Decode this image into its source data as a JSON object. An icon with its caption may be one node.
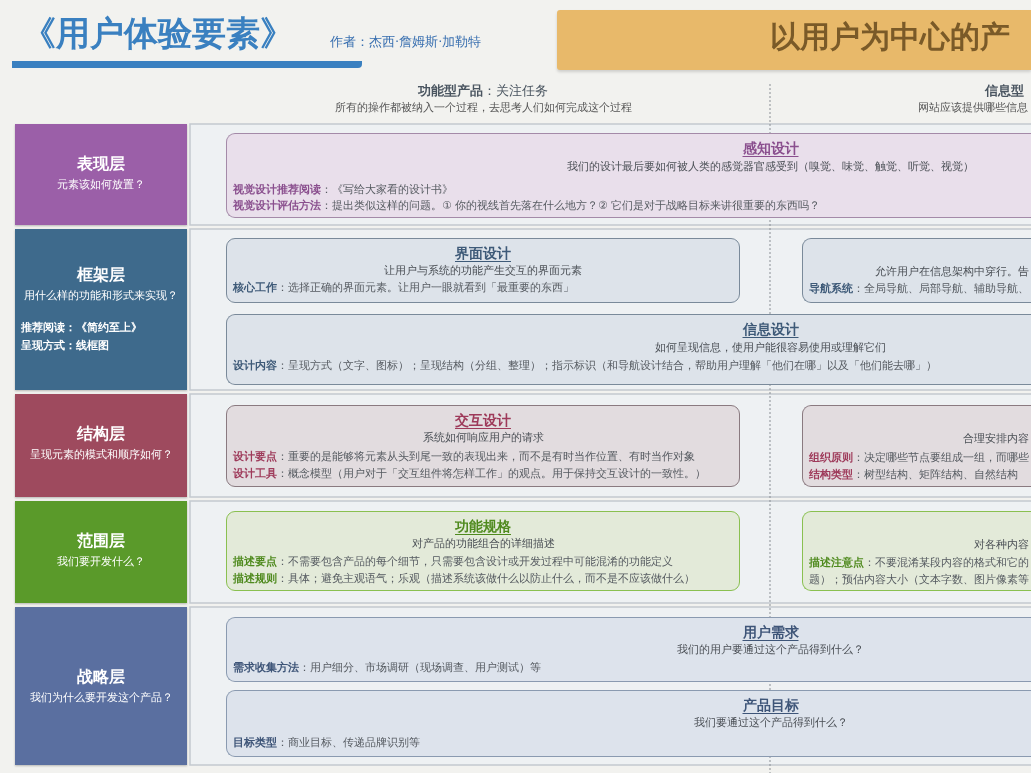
{
  "diagram": {
    "title": "《用户体验要素》",
    "nodes": [
      {
        "text": [
          "以用户为中心的产"
        ]
      },
      {
        "text": [
          "表现层",
          "元素该如何放置？"
        ]
      },
      {
        "text": [
          "感知设计",
          "我们的设计最后要如何被人类的感觉器官感受到（嗅觉、味觉、触觉、听觉、视觉）",
          "**视觉设计推荐阅读**：《写给大家看的设计书》",
          "**视觉设计评估方法**：提出类似这样的问题。① 你的视线首先落在什么地方？② 它们是对于战略目标来讲很重要的东西吗？"
        ]
      },
      {
        "text": [
          "框架层",
          "用什么样的功能和形式来实现？",
          "推荐阅读：《简约至上》",
          "呈现方式：线框图"
        ]
      },
      {
        "text": [
          "界面设计",
          "让用户与系统的功能产生交互的界面元素",
          "**核心工作**：选择正确的界面元素。让用户一眼就看到「最重要的东西」"
        ]
      },
      {
        "text": [
          "允许用户在信息架构中穿行。告",
          "**导航系统**：全局导航、局部导航、辅助导航、"
        ]
      },
      {
        "text": [
          "信息设计",
          "如何呈现信息，使用户能很容易使用或理解它们",
          "**设计内容**：呈现方式（文字、图标）；呈现结构（分组、整理）；指示标识（和导航设计结合，帮助用户理解「他们在哪」以及「他们能去哪」）"
        ]
      },
      {
        "text": [
          "结构层",
          "呈现元素的模式和顺序如何？"
        ]
      },
      {
        "text": [
          "交互设计",
          "系统如何响应用户的请求",
          "**设计要点**：重要的是能够将元素从头到尾一致的表现出来，而不是有时当作位置、有时当作对象",
          "**设计工具**：概念模型（用户对于「交互组件将怎样工作」的观点。用于保持交互设计的一致性。）"
        ]
      },
      {
        "text": [
          "合理安排内容",
          "**组织原则**：决定哪些节点要组成一组，而哪些",
          "**结构类型**：树型结构、矩阵结构、自然结构"
        ]
      },
      {
        "text": [
          "范围层",
          "我们要开发什么？"
        ]
      },
      {
        "text": [
          "功能规格",
          "对产品的功能组合的详细描述",
          "**描述要点**：不需要包含产品的每个细节，只需要包含设计或开发过程中可能混淆的功能定义",
          "**描述规则**：具体；避免主观语气；乐观（描述系统该做什么以防止什么，而不是不应该做什么）"
        ]
      },
      {
        "text": [
          "对各种内容",
          "**描述注意点**：不要混淆某段内容的格式和它的",
          "题）；预估内容大小（文本字数、图片像素等"
        ]
      },
      {
        "text": [
          "战略层",
          "我们为什么要开发这个产品？"
        ]
      },
      {
        "text": [
          "用户需求",
          "我们的用户要通过这个产品得到什么？",
          "**需求收集方法**：用户细分、市场调研（现场调查、用户测试）等"
        ]
      },
      {
        "text": [
          "产品目标",
          "我们要通过这个产品得到什么？",
          "**目标类型**：商业目标、传递品牌识别等"
        ]
      }
    ],
    "labels": [
      "作者：杰西·詹姆斯·加勒特",
      "**功能型产品**：关注任务",
      "所有的操作都被纳入一个过程，去思考人们如何完成这个过程",
      "信息型",
      "网站应该提供哪些信息"
    ]
  }
}
